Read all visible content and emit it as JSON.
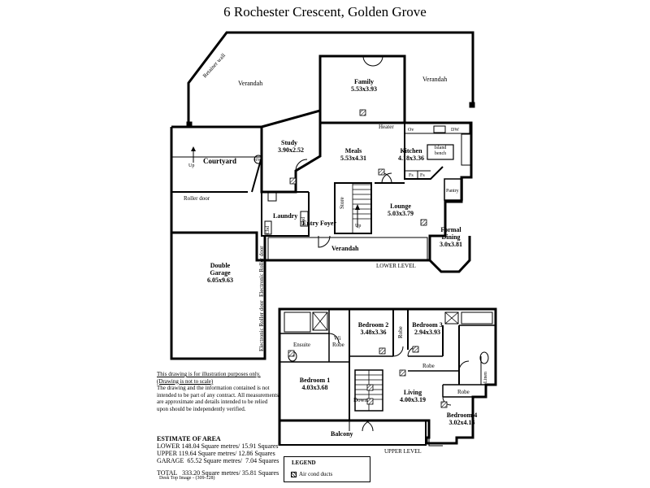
{
  "title": "6 Rochester Crescent,  Golden Grove",
  "lower": {
    "level_label": "LOWER LEVEL",
    "rooms": {
      "verandah_left": "Verandah",
      "verandah_right": "Verandah",
      "verandah_front": "Verandah",
      "retainer_wall": "Retainer wall",
      "family_name": "Family",
      "family_dim": "5.53x3.93",
      "study_name": "Study",
      "study_dim": "3.90x2.52",
      "meals_name": "Meals",
      "meals_dim": "5.53x4.31",
      "kitchen_name": "Kitchen",
      "kitchen_dim": "4.18x3.36",
      "lounge_name": "Lounge",
      "lounge_dim": "5.03x3.79",
      "formal_name_1": "Formal",
      "formal_name_2": "Dining",
      "formal_dim": "3.0x3.81",
      "garage_name_1": "Double",
      "garage_name_2": "Garage",
      "garage_dim": "6.05x9.63",
      "courtyard": "Courtyard",
      "laundry": "Laundry",
      "entry_foyer": "Entry Foyer",
      "store": "Store",
      "pantry": "Pantry",
      "heater": "Heater",
      "ov": "Ov",
      "dw": "DW",
      "island_1": "Island",
      "island_2": "bench",
      "fs": "Fs",
      "roller_door": "Roller door",
      "electronic_roller_1": "Electronic Roller door",
      "electronic_roller_2": "Electronic Roller door",
      "up_courtyard": "Up",
      "up_stairs": "Up",
      "cbd": "Cbd",
      "whw": "HW"
    }
  },
  "upper": {
    "level_label": "UPPER LEVEL",
    "rooms": {
      "ensuite": "Ensuite",
      "wi_robe_1": "Wi",
      "wi_robe_2": "Robe",
      "bedroom2_name": "Bedroom 2",
      "bedroom2_dim": "3.48x3.36",
      "robe_vertical": "Robe",
      "bedroom3_name": "Bedroom 3",
      "bedroom3_dim": "2.94x3.93",
      "bedroom1_name": "Bedroom 1",
      "bedroom1_dim": "4.03x3.68",
      "living_name": "Living",
      "living_dim": "4.00x3.19",
      "robe_mid": "Robe",
      "robe_right": "Robe",
      "linen": "Linen",
      "bedroom4_name": "Bedroom 4",
      "bedroom4_dim": "3.02x4.13",
      "balcony": "Balcony",
      "down": "Down"
    }
  },
  "notes": {
    "line1": "This drawing is for illustration purposes only.",
    "line2": "(Drawing is not to scale)",
    "para": "The drawing and the information contained is not intended to be part of any contract.  All measurements are approximate and details intended to be relied upon should be independently verified."
  },
  "estimate": {
    "heading": "ESTIMATE OF AREA",
    "lower": "LOWER 148.04 Square metres/ 15.91 Squares",
    "upper": "UPPER 119.64 Square metres/ 12.86 Squares",
    "garage": "GARAGE  65.52 Square metres/  7.04 Squares",
    "total": "TOTAL   333.20 Square metres/ 35.81 Squares"
  },
  "legend": {
    "heading": "LEGEND",
    "item": "Air cond ducts"
  },
  "footer": "Desk Top Image - (309-128)"
}
